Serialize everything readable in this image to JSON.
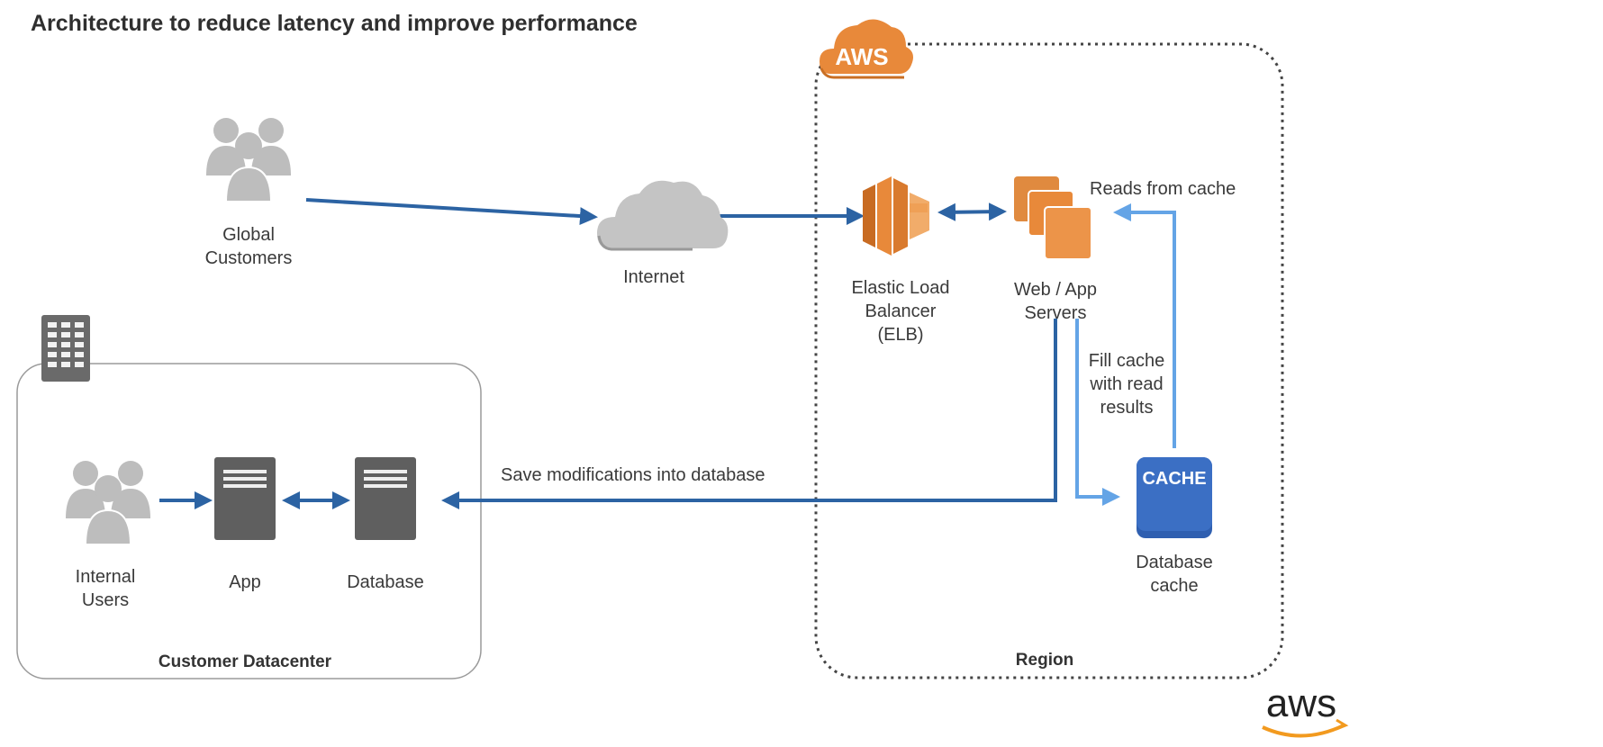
{
  "title": "Architecture to reduce latency and improve performance",
  "nodes": {
    "global_customers": "Global\nCustomers",
    "internet": "Internet",
    "elb": "Elastic Load\nBalancer\n(ELB)",
    "web_app": "Web / App\nServers",
    "db_cache": "Database\ncache",
    "internal_users": "Internal\nUsers",
    "app": "App",
    "database": "Database"
  },
  "groups": {
    "customer_datacenter": "Customer Datacenter",
    "region": "Region"
  },
  "edges": {
    "reads_from_cache": "Reads from cache",
    "fill_cache": "Fill cache\nwith read\nresults",
    "save_modifications": "Save modifications into database"
  },
  "badges": {
    "aws_cloud": "AWS",
    "cache": "CACHE",
    "aws_logo": "aws"
  },
  "colors": {
    "dark_arrow": "#2c63a3",
    "light_arrow": "#64a4e6",
    "orange": "#e8893a",
    "cache_blue": "#3b6fc4",
    "gray_icon": "#bdbdbd",
    "server_gray": "#5f5f5f"
  }
}
